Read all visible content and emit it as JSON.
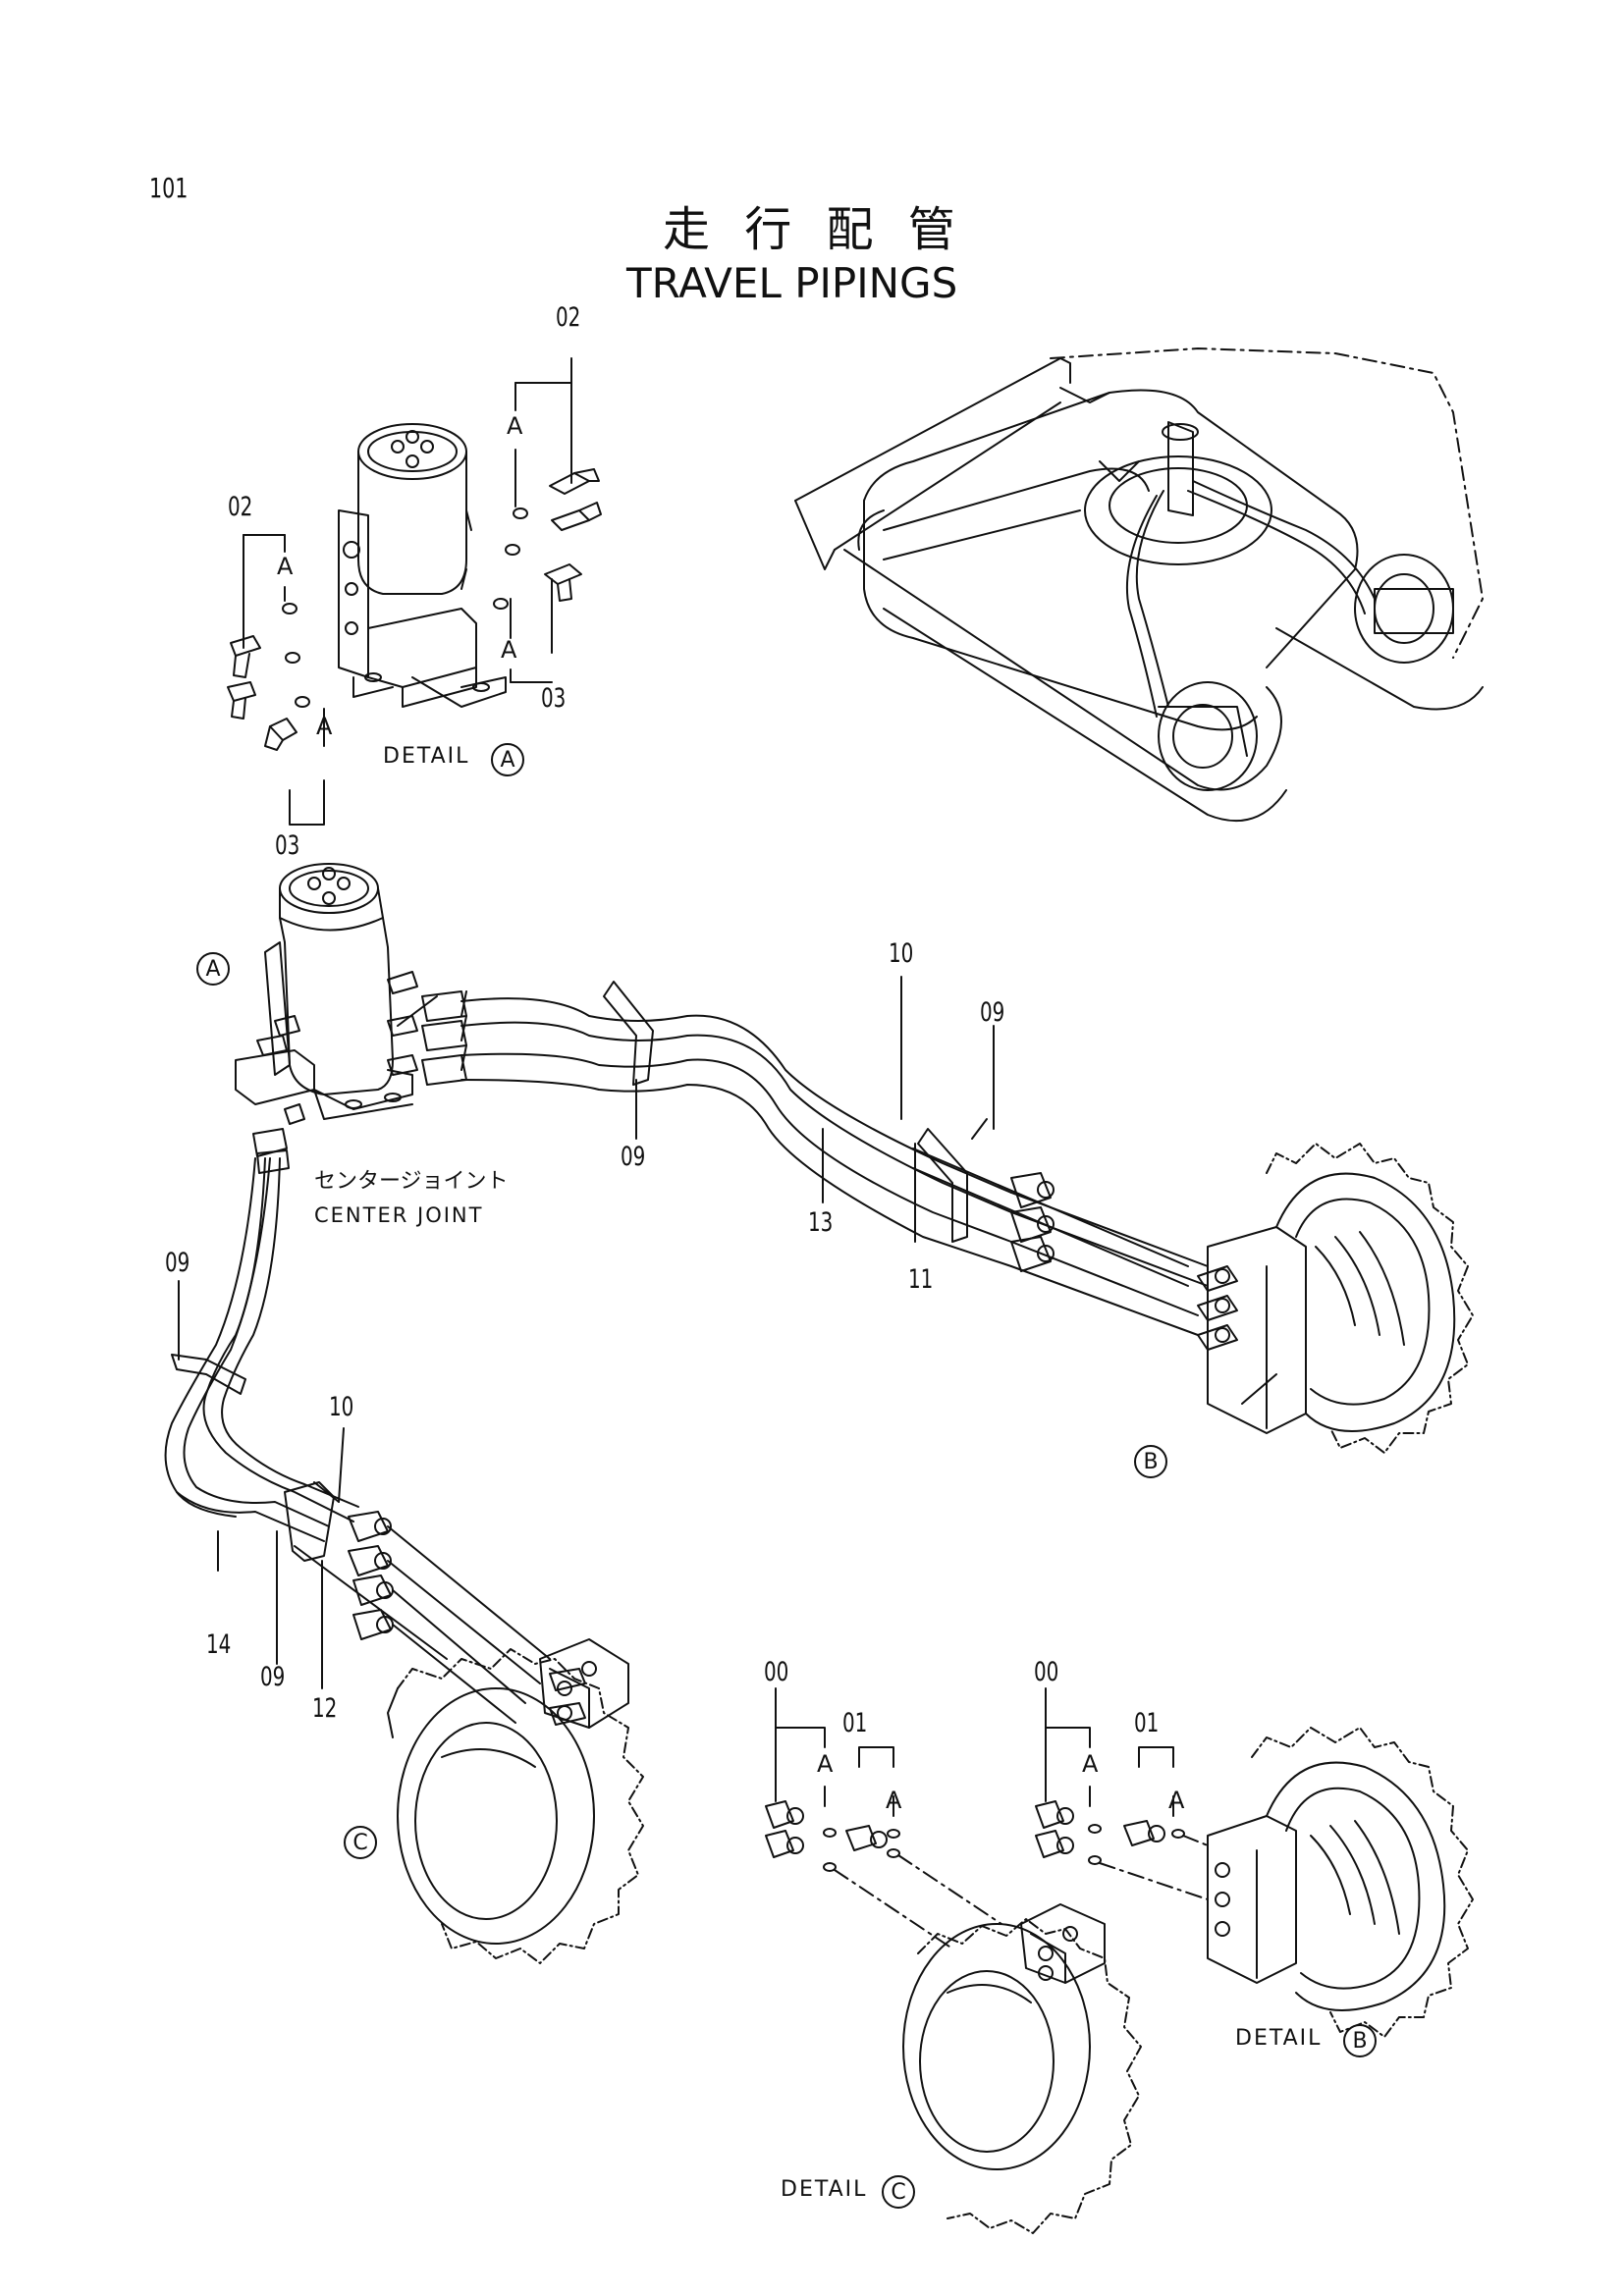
{
  "page_number": "101",
  "title_jp": "走 行 配 管",
  "title_en": "TRAVEL PIPINGS",
  "center_joint_jp": "センタージョイント",
  "center_joint_en": "CENTER JOINT",
  "details": {
    "a_label": "DETAIL",
    "a_ref": "A",
    "b_label": "DETAIL",
    "b_ref": "B",
    "c_label": "DETAIL",
    "c_ref": "C"
  },
  "callouts": {
    "a_main": "A",
    "b_main": "B",
    "c_main": "C"
  },
  "a_marks": [
    "A",
    "A",
    "A",
    "A",
    "A",
    "A",
    "A"
  ],
  "part_numbers": {
    "p02_top": "02",
    "p02_left": "02",
    "p03_right": "03",
    "p03_bottom": "03",
    "p10_top": "10",
    "p09_right": "09",
    "p09_mid": "09",
    "p13": "13",
    "p11": "11",
    "p09_left": "09",
    "p10_left": "10",
    "p14": "14",
    "p09_bottom": "09",
    "p12": "12",
    "p00_c": "00",
    "p01_c": "01",
    "p00_b": "00",
    "p01_b": "01"
  }
}
